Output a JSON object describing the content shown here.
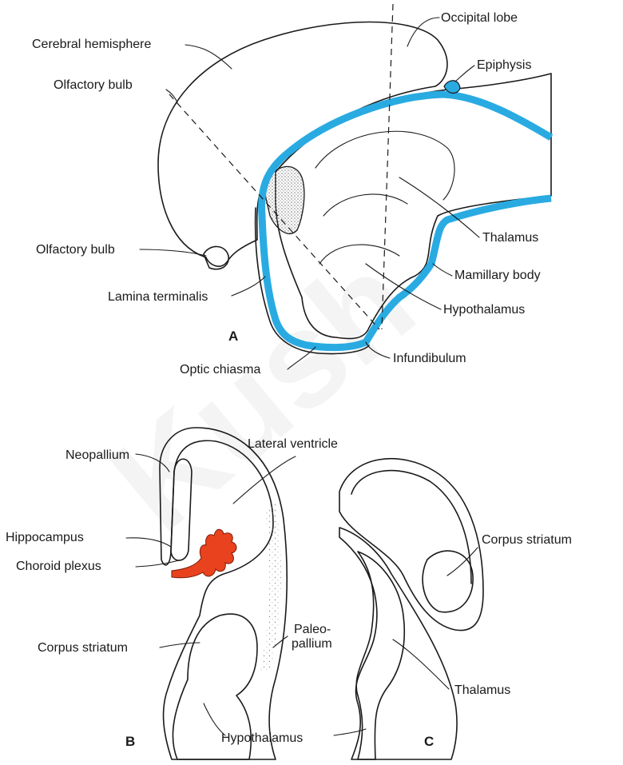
{
  "watermark": "Kush",
  "panel_a": {
    "letter": "A",
    "labels": {
      "cerebral_hemisphere": "Cerebral hemisphere",
      "olfactory_bulb_upper": "Olfactory bulb",
      "olfactory_bulb_lower": "Olfactory bulb",
      "lamina_terminalis": "Lamina terminalis",
      "optic_chiasma": "Optic chiasma",
      "occipital_lobe": "Occipital lobe",
      "epiphysis": "Epiphysis",
      "thalamus": "Thalamus",
      "mamillary_body": "Mamillary body",
      "hypothalamus": "Hypothalamus",
      "infundibulum": "Infundibulum"
    }
  },
  "panel_b": {
    "letter": "B",
    "labels": {
      "neopallium": "Neopallium",
      "lateral_ventricle": "Lateral ventricle",
      "hippocampus": "Hippocampus",
      "choroid_plexus": "Choroid plexus",
      "corpus_striatum": "Corpus striatum",
      "paleo_line1": "Paleo-",
      "paleo_line2": "pallium",
      "hypothalamus": "Hypothalamus"
    }
  },
  "panel_c": {
    "letter": "C",
    "labels": {
      "corpus_striatum": "Corpus striatum",
      "thalamus": "Thalamus"
    }
  },
  "colors": {
    "ventricle_blue": "#29abe2",
    "choroid_red": "#e8431e",
    "stipple": "#9a9a9a",
    "ink": "#1a1a1a"
  }
}
